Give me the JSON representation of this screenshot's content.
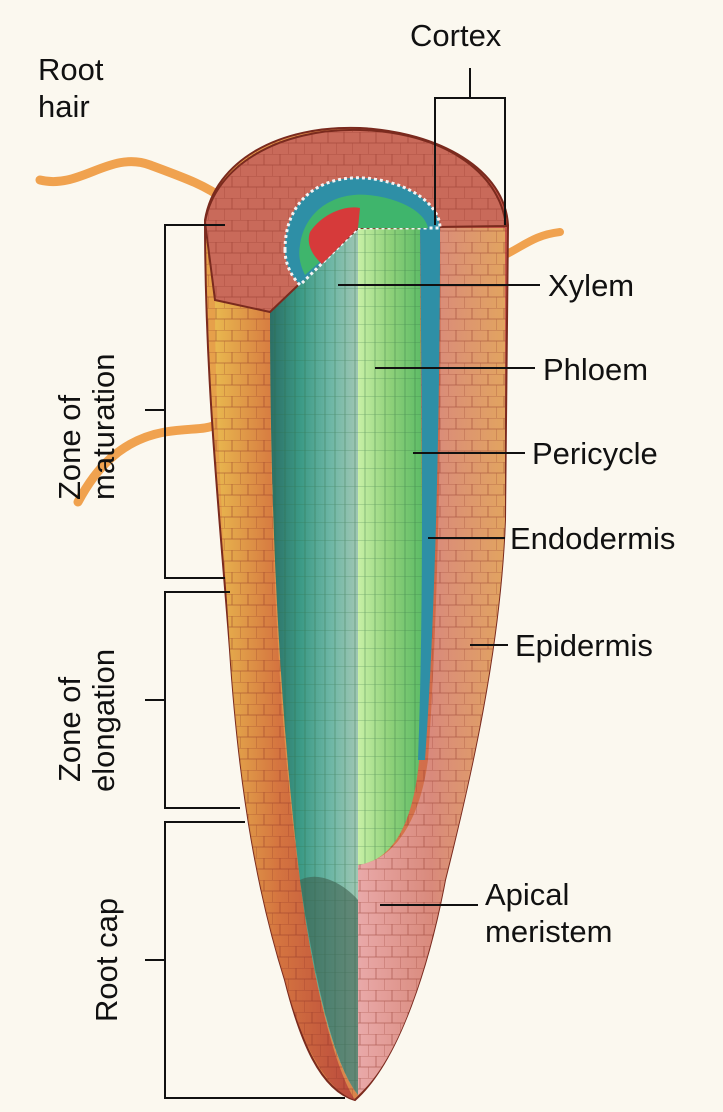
{
  "labels": {
    "root_hair": [
      "Root",
      "hair"
    ],
    "cortex": "Cortex",
    "xylem": "Xylem",
    "phloem": "Phloem",
    "pericycle": "Pericycle",
    "endodermis": "Endodermis",
    "epidermis": "Epidermis",
    "apical_meristem": [
      "Apical",
      "meristem"
    ],
    "zone_maturation": [
      "Zone of",
      "maturation"
    ],
    "zone_elongation": [
      "Zone of",
      "elongation"
    ],
    "root_cap": "Root cap"
  },
  "colors": {
    "background": "#fbf8ef",
    "epidermis_outer": "#e7a24a",
    "cortex": "#c9534a",
    "stele_blue": "#2e8fa6",
    "stele_green": "#8fd17a",
    "xylem_red": "#d63a3a",
    "root_hair": "#f0a24f",
    "leader_line": "#111111"
  }
}
